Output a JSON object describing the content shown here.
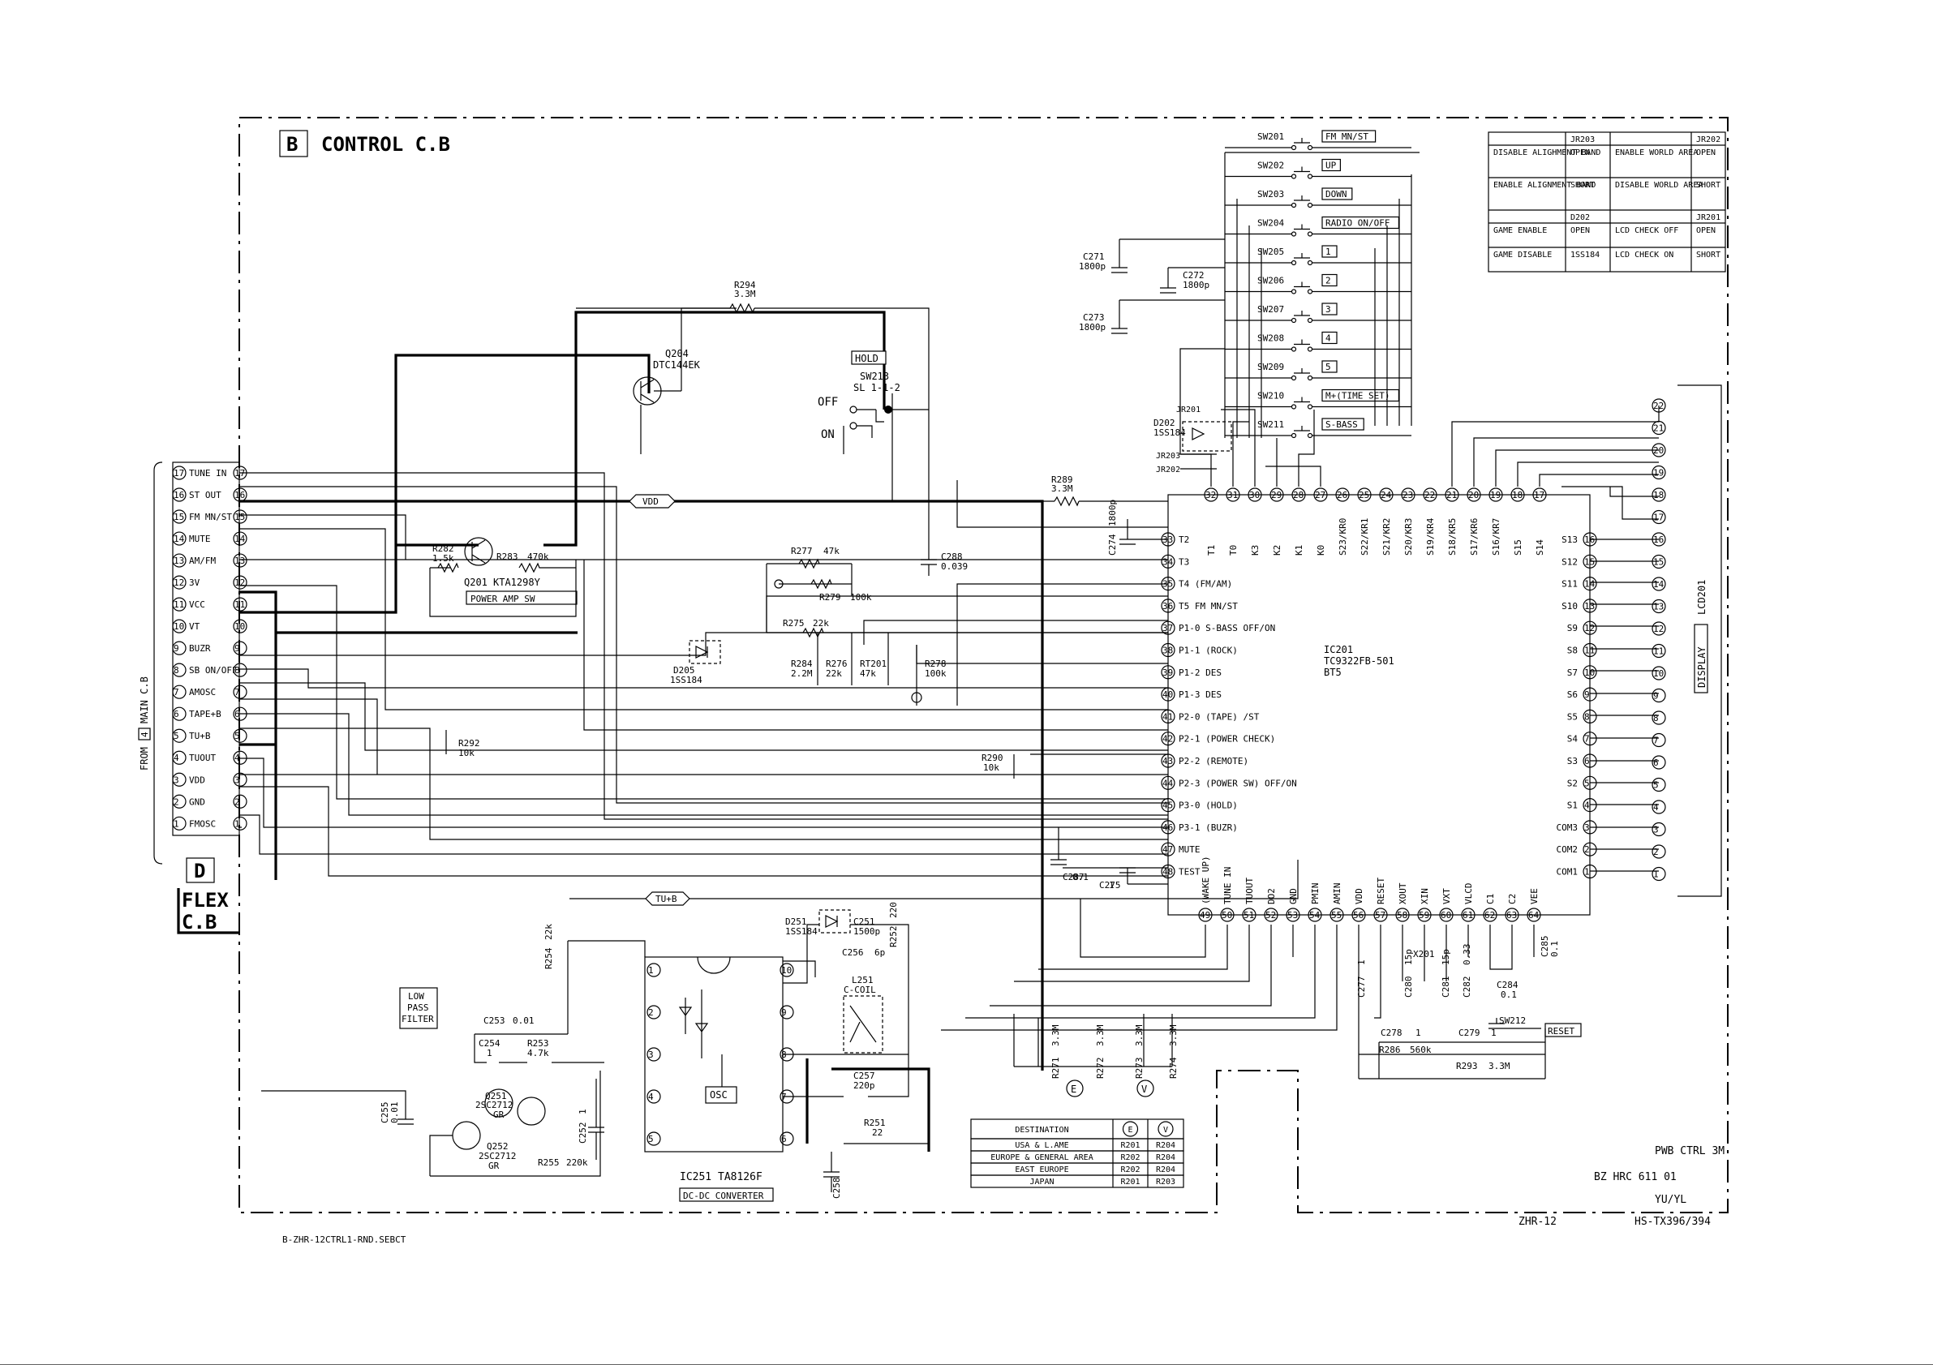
{
  "board": {
    "label_letter": "B",
    "title": "CONTROL C.B",
    "flex_letter": "D",
    "flex_title_1": "FLEX",
    "flex_title_2": "C.B",
    "from_label": "FROM",
    "from_box": "4",
    "from_suffix": "MAIN C.B"
  },
  "flex_connector": [
    {
      "pin": "17",
      "label": "TUNE IN"
    },
    {
      "pin": "16",
      "label": "ST OUT"
    },
    {
      "pin": "15",
      "label": "FM MN/ST"
    },
    {
      "pin": "14",
      "label": "MUTE"
    },
    {
      "pin": "13",
      "label": "AM/FM"
    },
    {
      "pin": "12",
      "label": "3V"
    },
    {
      "pin": "11",
      "label": "VCC"
    },
    {
      "pin": "10",
      "label": "VT"
    },
    {
      "pin": "9",
      "label": "BUZR"
    },
    {
      "pin": "8",
      "label": "SB ON/OFF"
    },
    {
      "pin": "7",
      "label": "AMOSC"
    },
    {
      "pin": "6",
      "label": "TAPE+B"
    },
    {
      "pin": "5",
      "label": "TU+B"
    },
    {
      "pin": "4",
      "label": "TUOUT"
    },
    {
      "pin": "3",
      "label": "VDD"
    },
    {
      "pin": "2",
      "label": "GND"
    },
    {
      "pin": "1",
      "label": "FMOSC"
    }
  ],
  "ic201": {
    "ref": "IC201",
    "part": "TC9322FB-501",
    "suffix": "BT5",
    "left_pins": [
      {
        "pin": "33",
        "label": "T2"
      },
      {
        "pin": "34",
        "label": "T3"
      },
      {
        "pin": "35",
        "label": "T4 (FM/AM)"
      },
      {
        "pin": "36",
        "label": "T5 FM MN/ST"
      },
      {
        "pin": "37",
        "label": "P1-0 S-BASS OFF/ON"
      },
      {
        "pin": "38",
        "label": "P1-1 (ROCK)"
      },
      {
        "pin": "39",
        "label": "P1-2 DES"
      },
      {
        "pin": "40",
        "label": "P1-3 DES"
      },
      {
        "pin": "41",
        "label": "P2-0 (TAPE) /ST"
      },
      {
        "pin": "42",
        "label": "P2-1 (POWER CHECK)"
      },
      {
        "pin": "43",
        "label": "P2-2 (REMOTE)"
      },
      {
        "pin": "44",
        "label": "P2-3 (POWER SW) OFF/ON"
      },
      {
        "pin": "45",
        "label": "P3-0 (HOLD)"
      },
      {
        "pin": "46",
        "label": "P3-1 (BUZR)"
      },
      {
        "pin": "47",
        "label": "MUTE"
      },
      {
        "pin": "48",
        "label": "TEST"
      }
    ],
    "top_pins": [
      {
        "pin": "32",
        "label": "T1"
      },
      {
        "pin": "31",
        "label": "T0"
      },
      {
        "pin": "30",
        "label": "K3"
      },
      {
        "pin": "29",
        "label": "K2"
      },
      {
        "pin": "28",
        "label": "K1"
      },
      {
        "pin": "27",
        "label": "K0"
      },
      {
        "pin": "26",
        "label": "S23/KR0"
      },
      {
        "pin": "25",
        "label": "S22/KR1"
      },
      {
        "pin": "24",
        "label": "S21/KR2"
      },
      {
        "pin": "23",
        "label": "S20/KR3"
      },
      {
        "pin": "22",
        "label": "S19/KR4"
      },
      {
        "pin": "21",
        "label": "S18/KR5"
      },
      {
        "pin": "20",
        "label": "S17/KR6"
      },
      {
        "pin": "19",
        "label": "S16/KR7"
      },
      {
        "pin": "18",
        "label": "S15"
      },
      {
        "pin": "17",
        "label": "S14"
      }
    ],
    "right_pins": [
      {
        "pin": "16",
        "label": "S13"
      },
      {
        "pin": "15",
        "label": "S12"
      },
      {
        "pin": "14",
        "label": "S11"
      },
      {
        "pin": "13",
        "label": "S10"
      },
      {
        "pin": "12",
        "label": "S9"
      },
      {
        "pin": "11",
        "label": "S8"
      },
      {
        "pin": "10",
        "label": "S7"
      },
      {
        "pin": "9",
        "label": "S6"
      },
      {
        "pin": "8",
        "label": "S5"
      },
      {
        "pin": "7",
        "label": "S4"
      },
      {
        "pin": "6",
        "label": "S3"
      },
      {
        "pin": "5",
        "label": "S2"
      },
      {
        "pin": "4",
        "label": "S1"
      },
      {
        "pin": "3",
        "label": "COM3"
      },
      {
        "pin": "2",
        "label": "COM2"
      },
      {
        "pin": "1",
        "label": "COM1"
      }
    ],
    "bottom_pins": [
      {
        "pin": "49",
        "label": "(WAKE UP)"
      },
      {
        "pin": "50",
        "label": "TUNE IN"
      },
      {
        "pin": "51",
        "label": "TUOUT"
      },
      {
        "pin": "52",
        "label": "DO2"
      },
      {
        "pin": "53",
        "label": "GND"
      },
      {
        "pin": "54",
        "label": "PMIN"
      },
      {
        "pin": "55",
        "label": "AMIN"
      },
      {
        "pin": "56",
        "label": "VDD"
      },
      {
        "pin": "57",
        "label": "RESET"
      },
      {
        "pin": "58",
        "label": "XOUT"
      },
      {
        "pin": "59",
        "label": "XIN"
      },
      {
        "pin": "60",
        "label": "VXT"
      },
      {
        "pin": "61",
        "label": "VLCD"
      },
      {
        "pin": "62",
        "label": "C1"
      },
      {
        "pin": "63",
        "label": "C2"
      },
      {
        "pin": "64",
        "label": "VEE"
      }
    ]
  },
  "lcd": {
    "ref": "LCD201",
    "label": "DISPLAY",
    "pins": [
      "22",
      "21",
      "20",
      "19",
      "18",
      "17",
      "16",
      "15",
      "14",
      "13",
      "12",
      "11",
      "10",
      "9",
      "8",
      "7",
      "6",
      "5",
      "4",
      "3",
      "2",
      "1"
    ]
  },
  "switches": [
    {
      "ref": "SW201",
      "label": "FM MN/ST"
    },
    {
      "ref": "SW202",
      "label": "UP"
    },
    {
      "ref": "SW203",
      "label": "DOWN"
    },
    {
      "ref": "SW204",
      "label": "RADIO ON/OFF"
    },
    {
      "ref": "SW205",
      "label": "1"
    },
    {
      "ref": "SW206",
      "label": "2"
    },
    {
      "ref": "SW207",
      "label": "3"
    },
    {
      "ref": "SW208",
      "label": "4"
    },
    {
      "ref": "SW209",
      "label": "5"
    },
    {
      "ref": "SW210",
      "label": "M+(TIME SET)"
    },
    {
      "ref": "SW211",
      "label": "S-BASS"
    }
  ],
  "jumper_table": {
    "headers": [
      "",
      "JR203",
      "",
      "JR202"
    ],
    "rows": [
      [
        "DISABLE ALIGHMENT BAND",
        "OPEN",
        "ENABLE WORLD AREA",
        "OPEN"
      ],
      [
        "ENABLE ALIGNMENT BAND",
        "SHORT",
        "DISABLE WORLD AREA",
        "SHORT"
      ],
      [
        "",
        "D202",
        "",
        "JR201"
      ],
      [
        "GAME ENABLE",
        "OPEN",
        "LCD CHECK OFF",
        "OPEN"
      ],
      [
        "GAME DISABLE",
        "1SS184",
        "LCD CHECK ON",
        "SHORT"
      ]
    ]
  },
  "destination_table": {
    "headers": [
      "DESTINATION",
      "E",
      "V"
    ],
    "rows": [
      [
        "USA & L.AME",
        "R201",
        "R204"
      ],
      [
        "EUROPE & GENERAL AREA",
        "R202",
        "R204"
      ],
      [
        "EAST EUROPE",
        "R202",
        "R204"
      ],
      [
        "JAPAN",
        "R201",
        "R203"
      ]
    ]
  },
  "components": {
    "q204": {
      "ref": "Q204",
      "part": "DTC144EK"
    },
    "q201": {
      "ref": "Q201",
      "part": "KTA1298Y"
    },
    "power_amp": "POWER AMP SW",
    "r282": {
      "ref": "R282",
      "value": "1.5k"
    },
    "r283": {
      "ref": "R283",
      "value": "470k"
    },
    "r294": {
      "ref": "R294",
      "value": "3.3M"
    },
    "r289": {
      "ref": "R289",
      "value": "3.3M"
    },
    "r277": {
      "ref": "R277",
      "value": "47k"
    },
    "r279": {
      "ref": "R279",
      "value": "100k"
    },
    "r275": {
      "ref": "R275",
      "value": "22k"
    },
    "r284": {
      "ref": "R284",
      "value": "2.2M"
    },
    "r276": {
      "ref": "R276",
      "value": "22k"
    },
    "rt201": {
      "ref": "RT201",
      "value": "47k"
    },
    "r278": {
      "ref": "R278",
      "value": "100k"
    },
    "r292": {
      "ref": "R292",
      "value": "10k"
    },
    "r290": {
      "ref": "R290",
      "value": "10k"
    },
    "r254": {
      "ref": "R254",
      "value": "22k"
    },
    "r253": {
      "ref": "R253",
      "value": "4.7k"
    },
    "r255": {
      "ref": "R255",
      "value": "220k"
    },
    "r252": {
      "ref": "R252",
      "value": "220"
    },
    "r251": {
      "ref": "R251",
      "value": "22"
    },
    "r271": {
      "ref": "R271",
      "value": "3.3M"
    },
    "r272": {
      "ref": "R272",
      "value": "3.3M"
    },
    "r273": {
      "ref": "R273",
      "value": "3.3M"
    },
    "r274": {
      "ref": "R274",
      "value": "3.3M"
    },
    "r286": {
      "ref": "R286",
      "value": "560k"
    },
    "r293": {
      "ref": "R293",
      "value": "3.3M"
    },
    "c271": {
      "ref": "C271",
      "value": "1800p"
    },
    "c272": {
      "ref": "C272",
      "value": "1800p"
    },
    "c273": {
      "ref": "C273",
      "value": "1800p"
    },
    "c274": {
      "ref": "C274",
      "value": "1800p"
    },
    "c288": {
      "ref": "C288",
      "value": "0.039"
    },
    "c287": {
      "ref": "C287",
      "value": "0.1"
    },
    "c275": {
      "ref": "C275",
      "value": "1"
    },
    "c253": {
      "ref": "C253",
      "value": "0.01"
    },
    "c254": {
      "ref": "C254",
      "value": "1"
    },
    "c255": {
      "ref": "C255",
      "value": "0.01"
    },
    "c252": {
      "ref": "C252",
      "value": "1"
    },
    "c251": {
      "ref": "C251",
      "value": "1500p"
    },
    "c256": {
      "ref": "C256",
      "value": "6p"
    },
    "c257": {
      "ref": "C257",
      "value": "220p"
    },
    "c258": {
      "ref": "C258",
      "value": ""
    },
    "c277": {
      "ref": "C277",
      "value": "1"
    },
    "c280": {
      "ref": "C280",
      "value": "15p"
    },
    "c281": {
      "ref": "C281",
      "value": "15p"
    },
    "c282": {
      "ref": "C282",
      "value": "0.33"
    },
    "c284": {
      "ref": "C284",
      "value": "0.1"
    },
    "c285": {
      "ref": "C285",
      "value": "0.1"
    },
    "c278": {
      "ref": "C278",
      "value": "1"
    },
    "c279": {
      "ref": "C279",
      "value": "1"
    },
    "x201": {
      "ref": "X201",
      "value": ""
    },
    "d205": {
      "ref": "D205",
      "value": "1SS184"
    },
    "d202": {
      "ref": "D202",
      "value": "1SS184"
    },
    "d251": {
      "ref": "D251",
      "value": "1SS184"
    },
    "q251": {
      "ref": "Q251",
      "part": "2SC2712",
      "grade": "GR"
    },
    "q252": {
      "ref": "Q252",
      "part": "2SC2712",
      "grade": "GR"
    },
    "ic251": {
      "ref": "IC251",
      "part": "TA8126F"
    },
    "dcdc": "DC-DC CONVERTER",
    "osc": "OSC",
    "l251": {
      "ref": "L251",
      "value": "C-COIL"
    },
    "sw213": {
      "ref": "SW213",
      "value": "SL 1-1-2"
    },
    "hold": "HOLD",
    "off": "OFF",
    "on": "ON",
    "sw212": "SW212",
    "reset": "RESET",
    "low_pass": [
      "LOW",
      "PASS",
      "FILTER"
    ],
    "jr201": "JR201",
    "jr203": "JR203",
    "jr202": "JR202",
    "vdd_bus": "VDD",
    "tub_bus": "TU+B",
    "node_e": "E",
    "node_v": "V"
  },
  "footer": {
    "file": "B-ZHR-12CTRL1-RND.SEBCT",
    "pwb": "PWB CTRL 3M",
    "code": "BZ   HRC   611   01",
    "yuyl": "YU/YL",
    "model_left": "ZHR-12",
    "model_right": "HS-TX396/394"
  }
}
